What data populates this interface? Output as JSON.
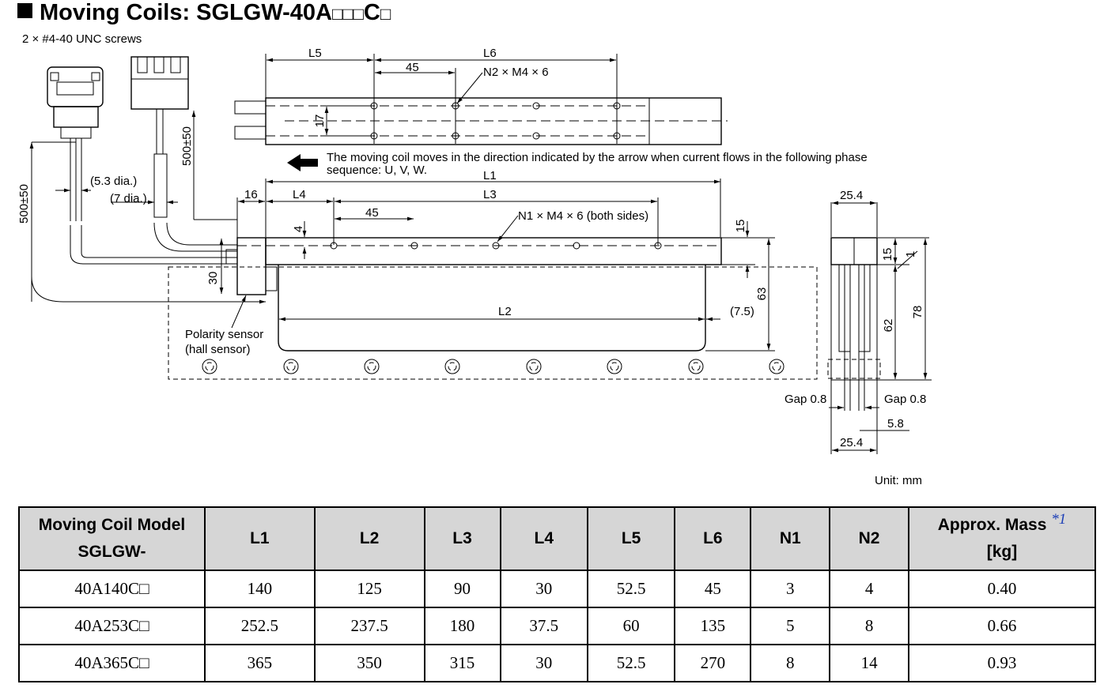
{
  "title": {
    "text": "Moving Coils: SGLGW-40A",
    "suffix_boxes": "□□□",
    "suffix_letter": "C",
    "suffix_box": "□"
  },
  "drawing": {
    "screws_label": "2 × #4-40 UNC screws",
    "cable_len_left": "500±50",
    "cable_len_right": "500±50",
    "dia_small": "(5.3 dia.)",
    "dia_large": "(7 dia.)",
    "dim_L5": "L5",
    "dim_L6": "L6",
    "dim_45_top": "45",
    "holes_N2": "N2 × M4 × 6",
    "dim_17": "17",
    "direction_note_line1": "The moving coil moves in the direction indicated by the arrow when current flows in the following phase",
    "direction_note_line2": "sequence: U, V, W.",
    "dim_L1": "L1",
    "dim_16": "16",
    "dim_L4": "L4",
    "dim_L3": "L3",
    "dim_45_mid": "45",
    "holes_N1": "N1 × M4 × 6 (both sides)",
    "dim_4": "4",
    "dim_15_front": "15",
    "dim_30": "30",
    "dim_63": "63",
    "dim_L2": "L2",
    "dim_7_5": "(7.5)",
    "sensor_label_1": "Polarity sensor",
    "sensor_label_2": "(hall sensor)",
    "dim_25_4_top": "25.4",
    "dim_15_side": "15",
    "dim_1": "1",
    "dim_62": "62",
    "dim_78": "78",
    "gap_left": "Gap 0.8",
    "gap_right": "Gap 0.8",
    "dim_5_8": "5.8",
    "dim_25_4_bottom": "25.4"
  },
  "unit": "Unit: mm",
  "table": {
    "header_model_line1": "Moving Coil Model",
    "header_model_line2": "SGLGW-",
    "header_mass_line1": "Approx. Mass",
    "header_mass_note": "*1",
    "header_mass_line2": "[kg]",
    "columns": [
      "L1",
      "L2",
      "L3",
      "L4",
      "L5",
      "L6",
      "N1",
      "N2"
    ],
    "rows": [
      {
        "model": "40A140C□",
        "L1": "140",
        "L2": "125",
        "L3": "90",
        "L4": "30",
        "L5": "52.5",
        "L6": "45",
        "N1": "3",
        "N2": "4",
        "mass": "0.40"
      },
      {
        "model": "40A253C□",
        "L1": "252.5",
        "L2": "237.5",
        "L3": "180",
        "L4": "37.5",
        "L5": "60",
        "L6": "135",
        "N1": "5",
        "N2": "8",
        "mass": "0.66"
      },
      {
        "model": "40A365C□",
        "L1": "365",
        "L2": "350",
        "L3": "315",
        "L4": "30",
        "L5": "52.5",
        "L6": "270",
        "N1": "8",
        "N2": "14",
        "mass": "0.93"
      }
    ]
  }
}
